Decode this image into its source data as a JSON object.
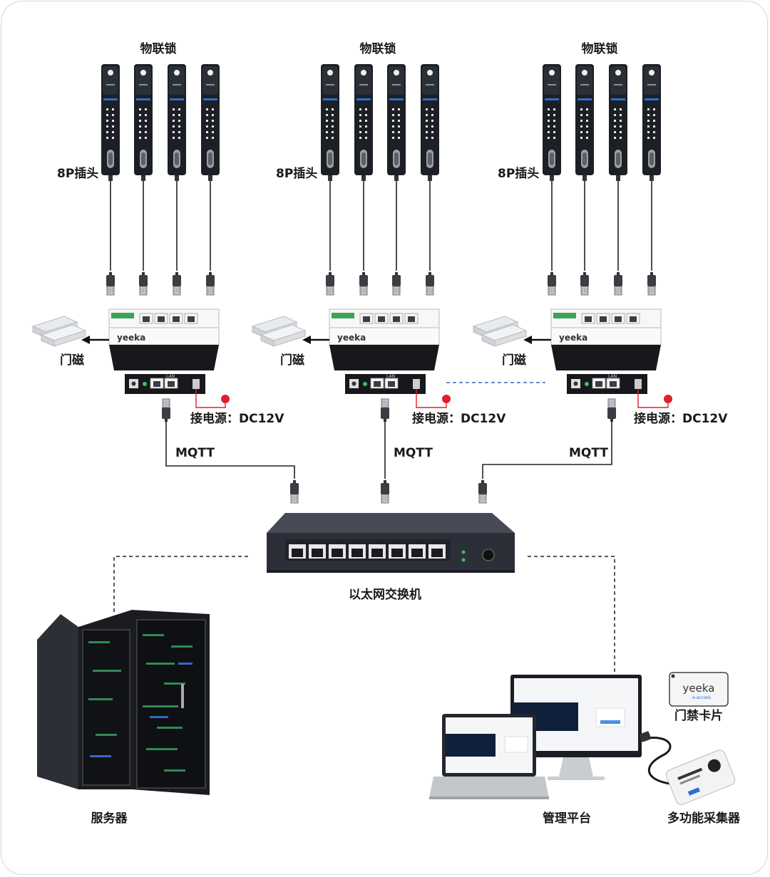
{
  "labels": {
    "lock_group": "物联锁",
    "plug": "8P插头",
    "door_sensor": "门磁",
    "power": "接电源：DC12V",
    "mqtt": "MQTT",
    "switch": "以太网交换机",
    "server": "服务器",
    "platform": "管理平台",
    "card": "门禁卡片",
    "collector": "多功能采集器",
    "brand": "yeeka",
    "lan": "LAN",
    "brand_sub": "e-access"
  },
  "colors": {
    "lock_body": "#1c1f24",
    "accent_blue": "#2a6fd1",
    "power_dot": "#e0202a",
    "dashed_link": "#3a67c4",
    "wire": "#222222",
    "frame": "#cfd8e6"
  }
}
